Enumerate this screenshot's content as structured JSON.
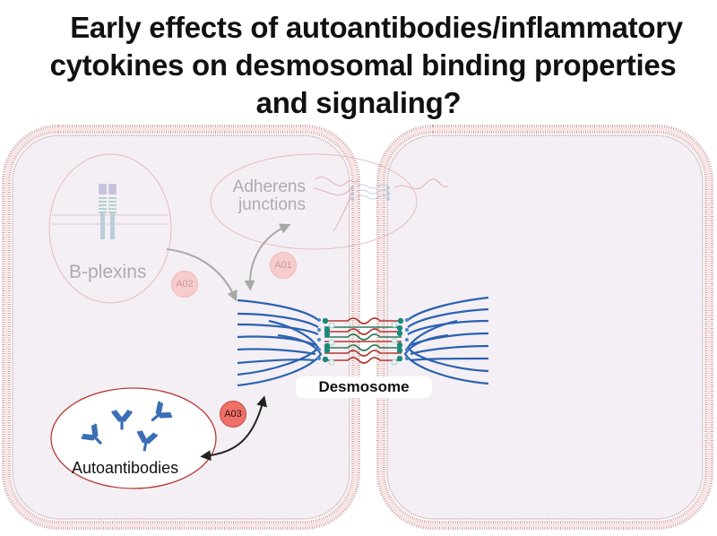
{
  "title": {
    "line1": "Early effects of autoantibodies/inflammatory",
    "line2": "cytokines on desmosomal binding properties",
    "line3": "and signaling?"
  },
  "labels": {
    "b_plexins": "B-plexins",
    "adherens_line1": "Adherens",
    "adherens_line2": "junctions",
    "desmosome": "Desmosome",
    "autoantibodies": "Autoantibodies"
  },
  "badges": {
    "a01": "A01",
    "a02": "A02",
    "a03": "A03"
  },
  "colors": {
    "cell_fill": "#f4eff5",
    "membrane": "#b89a9e",
    "filament": "#2a62b0",
    "cadherin_red": "#b03a30",
    "cadherin_green": "#2c7a5a",
    "plaque_teal": "#1a8a7a",
    "badge_strong": "#ef7068",
    "badge_faint": "#f7cccc",
    "antibody": "#3b6fb5",
    "ellipse_red": "#b83a34"
  }
}
